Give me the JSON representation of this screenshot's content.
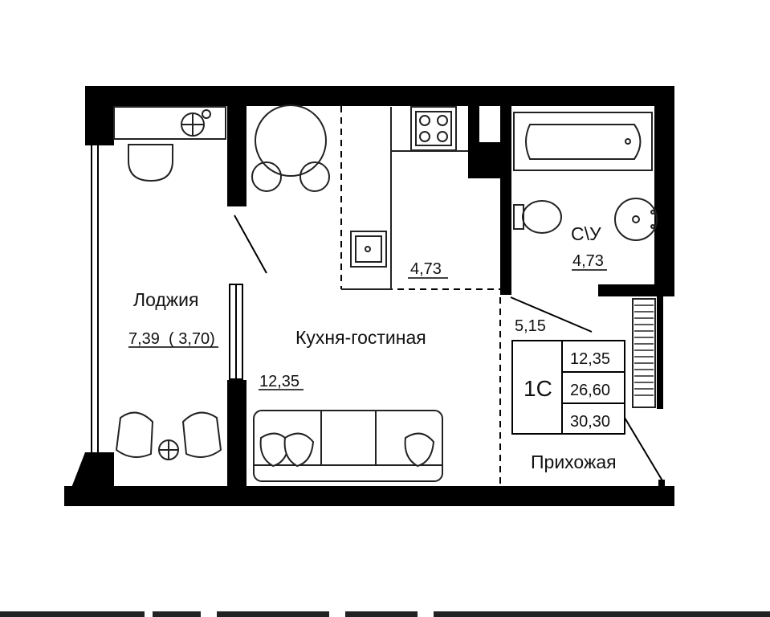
{
  "rooms": {
    "loggia": {
      "name": "Лоджия",
      "area": "7,39  ( 3,70)"
    },
    "living": {
      "name": "Кухня-гостиная",
      "area": "12,35"
    },
    "kitchen_zone": {
      "area": "4,73"
    },
    "bathroom": {
      "name": "С\\У",
      "area": "4,73"
    },
    "hallway": {
      "name": "Прихожая",
      "area": "5,15"
    }
  },
  "summary": {
    "type": "1С",
    "values": [
      "12,35",
      "26,60",
      "30,30"
    ]
  },
  "colors": {
    "wall": "#000000",
    "furniture": "#222222",
    "background": "#ffffff"
  }
}
